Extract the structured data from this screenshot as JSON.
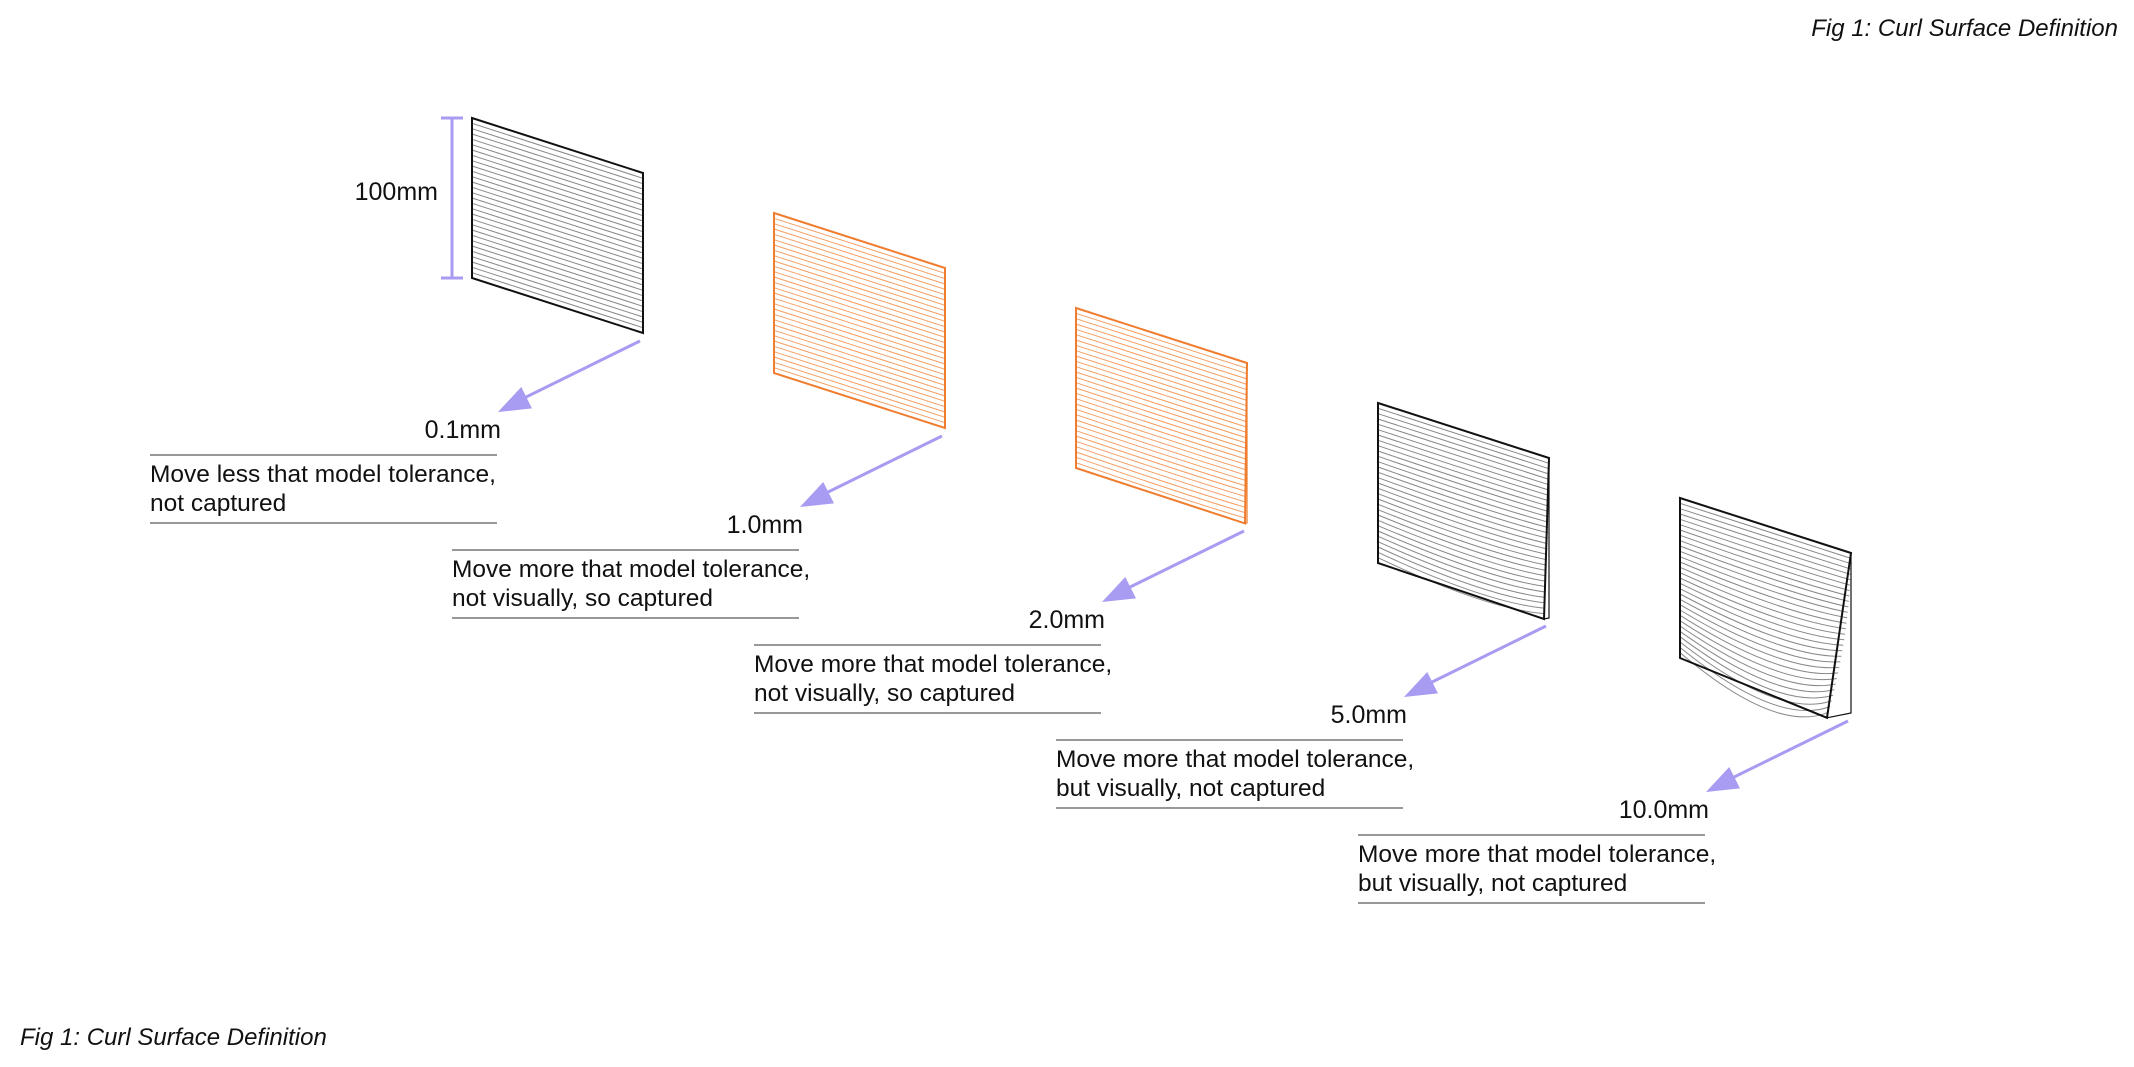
{
  "figure": {
    "title_top": "Fig 1: Curl Surface Definition",
    "title_bottom": "Fig 1: Curl Surface Definition",
    "height_label": "100mm"
  },
  "colors": {
    "arrow": "#a79bf2",
    "captured": "#f07d2f",
    "not_captured": "#111111",
    "rule": "#777777"
  },
  "panels": [
    {
      "distance_mm": 0.1,
      "distance_label": "0.1mm",
      "captured": false,
      "caption": [
        "Move less that model tolerance,",
        "not captured"
      ]
    },
    {
      "distance_mm": 1.0,
      "distance_label": "1.0mm",
      "captured": true,
      "caption": [
        "Move more that model tolerance,",
        "not visually, so captured"
      ]
    },
    {
      "distance_mm": 2.0,
      "distance_label": "2.0mm",
      "captured": true,
      "caption": [
        "Move more that model tolerance,",
        "not visually, so captured"
      ]
    },
    {
      "distance_mm": 5.0,
      "distance_label": "5.0mm",
      "captured": false,
      "caption": [
        "Move more that model tolerance,",
        "but visually, not captured"
      ]
    },
    {
      "distance_mm": 10.0,
      "distance_label": "10.0mm",
      "captured": false,
      "caption": [
        "Move more that model tolerance,",
        "but visually, not captured"
      ]
    }
  ]
}
